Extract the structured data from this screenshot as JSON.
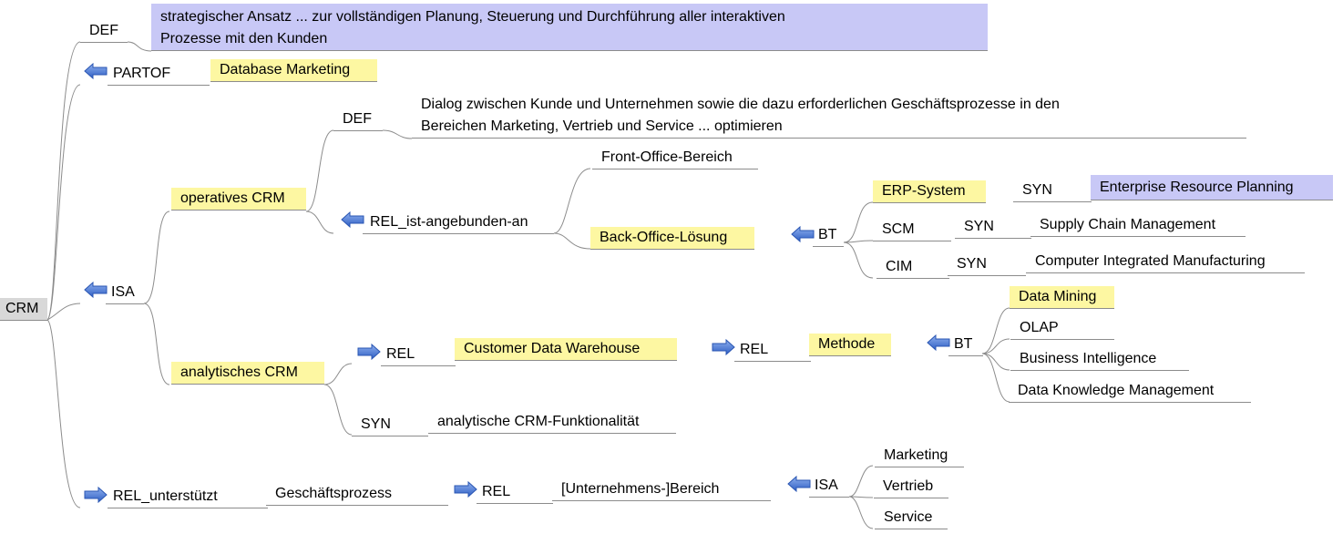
{
  "root": "CRM",
  "def_top": "DEF",
  "def_top_text_1": "strategischer Ansatz ... zur vollständigen Planung, Steuerung und Durchführung aller interaktiven",
  "def_top_text_2": "Prozesse  mit den Kunden",
  "partof": "PARTOF",
  "database_marketing": "Database Marketing",
  "isa": "ISA",
  "operatives_crm": "operatives CRM",
  "op_def": "DEF",
  "op_def_text_1": "Dialog zwischen Kunde und Unternehmen sowie die dazu erforderlichen Geschäftsprozesse in den",
  "op_def_text_2": "Bereichen Marketing, Vertrieb und Service ... optimieren",
  "rel_angebunden": "REL_ist-angebunden-an",
  "front_office": "Front-Office-Bereich",
  "back_office": "Back-Office-Lösung",
  "bt_1": "BT",
  "erp": "ERP-System",
  "syn_erp": "SYN",
  "erp_full": "Enterprise Resource Planning",
  "scm": "SCM",
  "syn_scm": "SYN",
  "scm_full": "Supply Chain Management",
  "cim": "CIM",
  "syn_cim": "SYN",
  "cim_full": "Computer Integrated Manufacturing",
  "analytisches_crm": "analytisches CRM",
  "rel_an": "REL",
  "cdw": "Customer Data Warehouse",
  "rel_cdw": "REL",
  "methode": "Methode",
  "bt_2": "BT",
  "data_mining": "Data Mining",
  "olap": "OLAP",
  "bi": "Business Intelligence",
  "dkm": "Data Knowledge Management",
  "syn_an": "SYN",
  "an_funk": "analytische CRM-Funktionalität",
  "rel_unterstuetzt": "REL_unterstützt",
  "geschaeftsprozess": "Geschäftsprozess",
  "rel_gp": "REL",
  "bereich": "[Unternehmens-]Bereich",
  "isa_bereich": "ISA",
  "marketing": "Marketing",
  "vertrieb": "Vertrieb",
  "service": "Service",
  "colors": {
    "highlight": "#fdf7a2",
    "definition": "#c8c8f6",
    "root": "#d8d8d8",
    "arrow": "#3f6fd1",
    "line": "#8c8c8c"
  }
}
